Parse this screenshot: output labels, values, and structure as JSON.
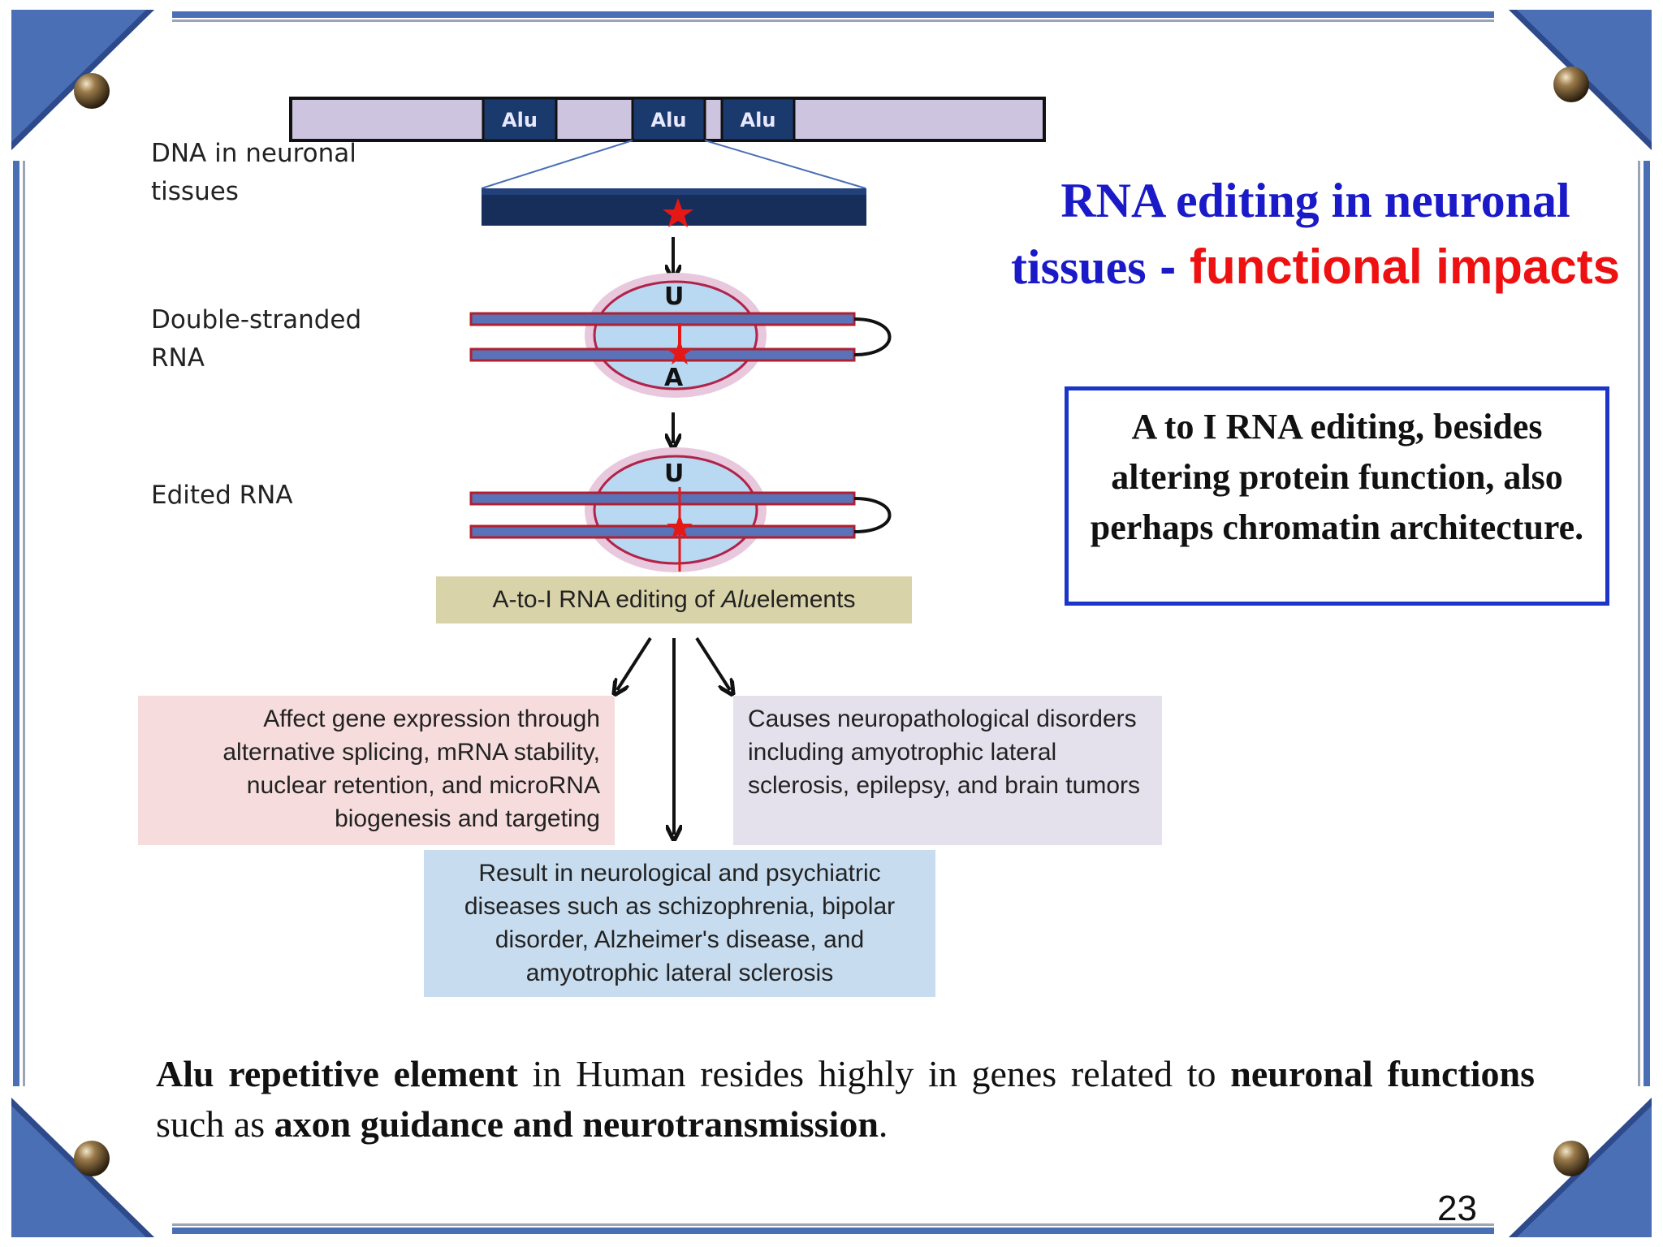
{
  "slide": {
    "title_part1": "RNA editing in neuronal tissues",
    "title_dash": " - ",
    "title_part2": "functional impacts",
    "note": "A to I RNA editing, besides altering protein function, also  perhaps chromatin architecture.",
    "page_number": "23",
    "footer": {
      "bold1": "Alu repetitive element",
      "text1": " in Human resides highly in genes related to ",
      "bold2": "neuronal functions",
      "text2": " such as ",
      "bold3": "axon guidance and neurotransmission",
      "text3": "."
    }
  },
  "diagram": {
    "alu_labels": [
      "Alu",
      "Alu",
      "Alu"
    ],
    "stage_labels": {
      "dna_line1": "DNA in neuronal",
      "dna_line2": "tissues",
      "dsrna_line1": "Double-stranded",
      "dsrna_line2": "RNA",
      "edited": "Edited RNA"
    },
    "base_labels": {
      "top": "U",
      "bottom": "A",
      "edited_top": "U"
    },
    "caption_pre": "A-to-I RNA editing of ",
    "caption_italic": "Alu",
    "caption_post": " elements",
    "box_gene": "Affect gene expression through alternative splicing, mRNA stability, nuclear retention, and microRNA biogenesis and targeting",
    "box_neuro": "Causes neuropathological disorders including amyotrophic lateral sclerosis, epilepsy, and brain tumors",
    "box_result": "Result in neurological and psychiatric diseases such as schizophrenia, bipolar disorder, Alzheimer's disease, and amyotrophic lateral sclerosis"
  },
  "colors": {
    "frame_blue": "#4a6fb5",
    "title_blue": "#1a1ac8",
    "title_red": "#ee1111",
    "dna_bar": "#cdc4e0",
    "alu_box": "#1a3a6e"
  }
}
